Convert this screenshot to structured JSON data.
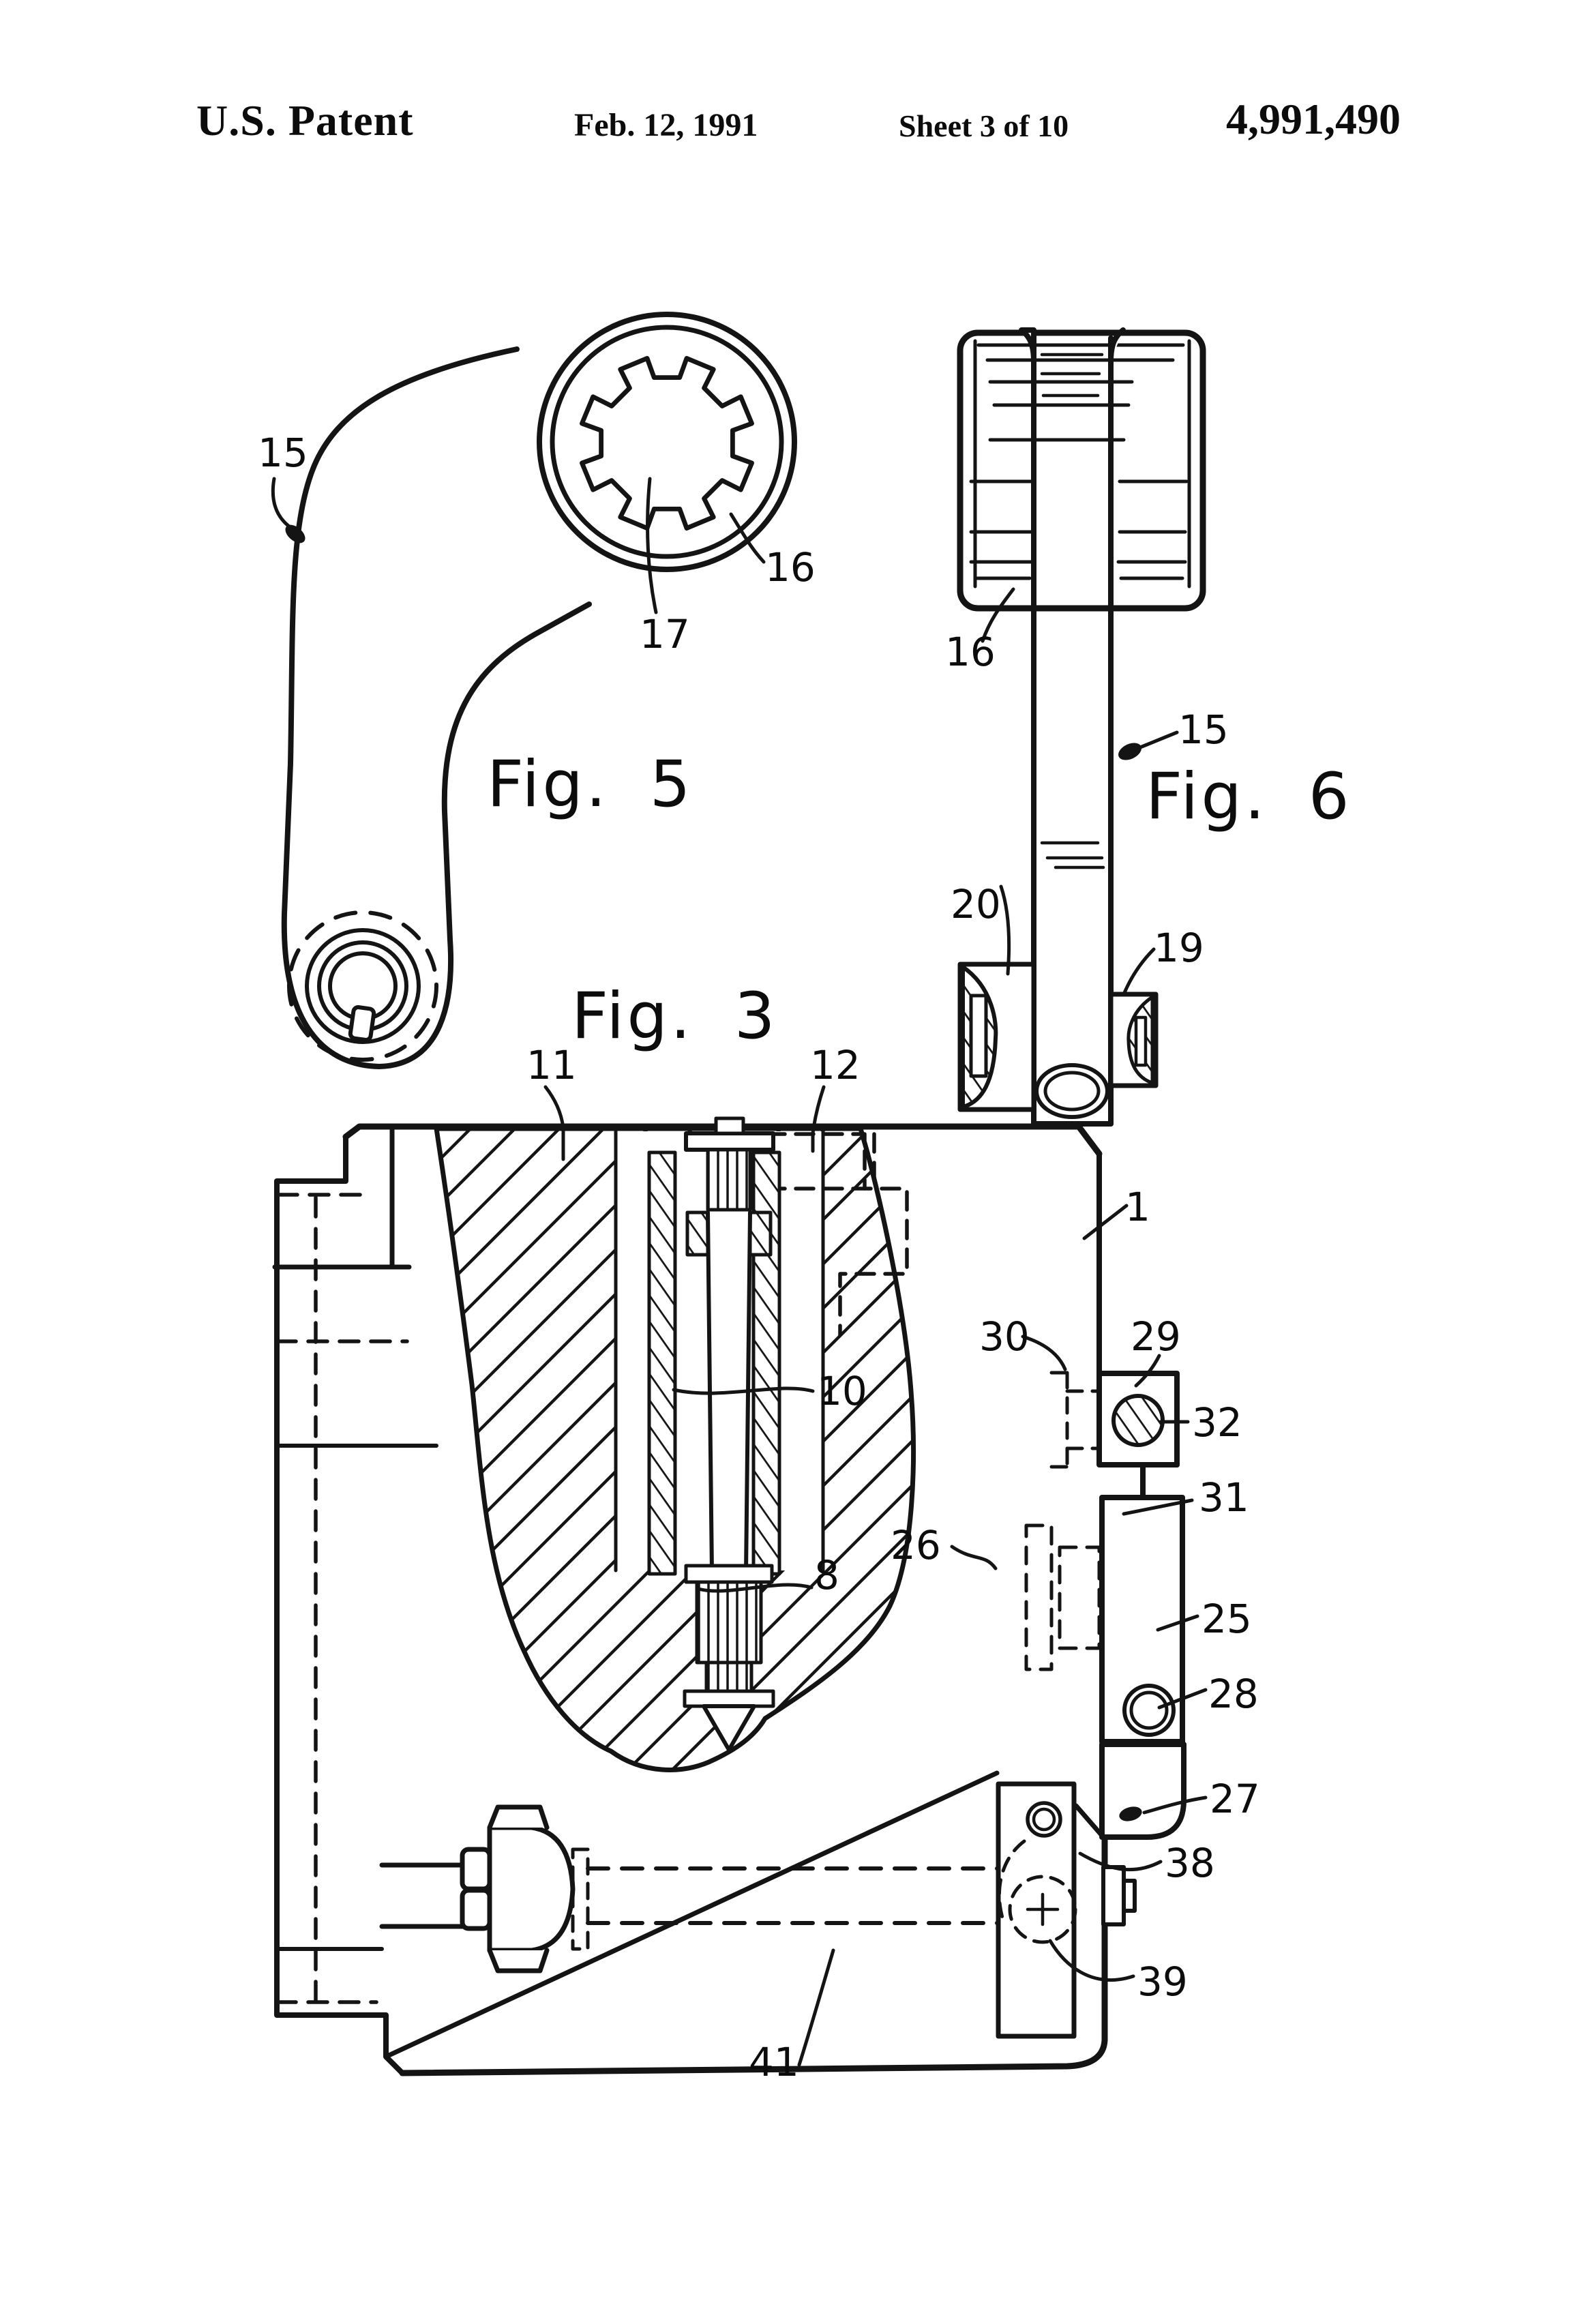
{
  "header": {
    "title": "U.S. Patent",
    "date": "Feb. 12, 1991",
    "sheet": "Sheet 3 of 10",
    "patent_number": "4,991,490"
  },
  "figures": {
    "fig5": {
      "caption": "Fig. 5",
      "labels": {
        "l15": "15",
        "l16": "16",
        "l17": "17"
      }
    },
    "fig6": {
      "caption": "Fig. 6",
      "labels": {
        "l16": "16",
        "l15": "15",
        "l20": "20",
        "l19": "19"
      }
    },
    "fig3": {
      "caption": "Fig. 3",
      "labels": {
        "l11": "11",
        "l12": "12",
        "l1": "1",
        "l30": "30",
        "l29": "29",
        "l32": "32",
        "l31": "31",
        "l10": "10",
        "l26": "26",
        "l8": "8",
        "l25": "25",
        "l28": "28",
        "l27": "27",
        "l38": "38",
        "l39": "39",
        "l41": "41"
      }
    }
  }
}
